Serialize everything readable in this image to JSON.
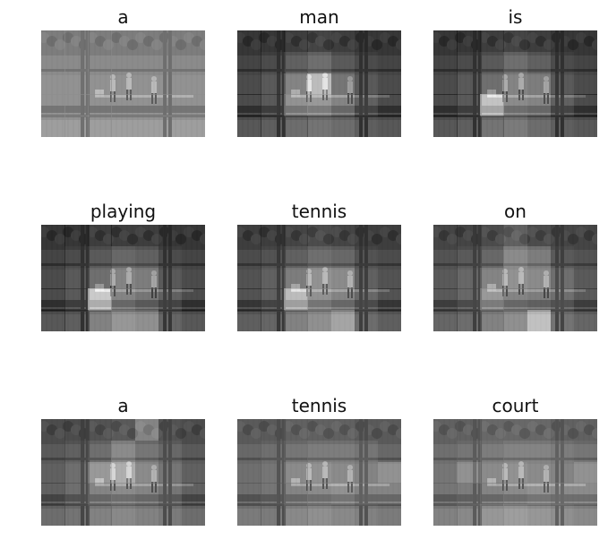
{
  "panels": [
    {
      "word": "a",
      "attention": [
        [
          0.55,
          0.55,
          0.55,
          0.55,
          0.55,
          0.55,
          0.55
        ],
        [
          0.55,
          0.55,
          0.55,
          0.55,
          0.55,
          0.55,
          0.55
        ],
        [
          0.55,
          0.55,
          0.55,
          0.55,
          0.55,
          0.55,
          0.55
        ],
        [
          0.55,
          0.55,
          0.55,
          0.55,
          0.55,
          0.55,
          0.55
        ],
        [
          0.55,
          0.55,
          0.55,
          0.55,
          0.55,
          0.55,
          0.55
        ]
      ]
    },
    {
      "word": "man",
      "attention": [
        [
          0.05,
          0.05,
          0.1,
          0.15,
          0.1,
          0.05,
          0.05
        ],
        [
          0.05,
          0.1,
          0.25,
          0.35,
          0.2,
          0.1,
          0.05
        ],
        [
          0.05,
          0.15,
          0.45,
          0.85,
          0.35,
          0.15,
          0.05
        ],
        [
          0.05,
          0.15,
          0.55,
          0.6,
          0.45,
          0.2,
          0.05
        ],
        [
          0.05,
          0.1,
          0.2,
          0.25,
          0.2,
          0.1,
          0.05
        ]
      ]
    },
    {
      "word": "is",
      "attention": [
        [
          0.05,
          0.05,
          0.1,
          0.15,
          0.1,
          0.05,
          0.05
        ],
        [
          0.05,
          0.1,
          0.2,
          0.35,
          0.25,
          0.1,
          0.05
        ],
        [
          0.05,
          0.15,
          0.3,
          0.45,
          0.4,
          0.15,
          0.05
        ],
        [
          0.05,
          0.15,
          0.9,
          0.5,
          0.45,
          0.2,
          0.05
        ],
        [
          0.05,
          0.1,
          0.25,
          0.3,
          0.2,
          0.1,
          0.05
        ]
      ]
    },
    {
      "word": "playing",
      "attention": [
        [
          0.05,
          0.05,
          0.1,
          0.1,
          0.1,
          0.05,
          0.05
        ],
        [
          0.05,
          0.1,
          0.2,
          0.3,
          0.25,
          0.1,
          0.05
        ],
        [
          0.05,
          0.15,
          0.3,
          0.45,
          0.4,
          0.15,
          0.05
        ],
        [
          0.05,
          0.15,
          0.95,
          0.45,
          0.35,
          0.2,
          0.05
        ],
        [
          0.05,
          0.1,
          0.35,
          0.5,
          0.45,
          0.15,
          0.05
        ]
      ]
    },
    {
      "word": "tennis",
      "attention": [
        [
          0.1,
          0.1,
          0.15,
          0.2,
          0.15,
          0.1,
          0.1
        ],
        [
          0.1,
          0.15,
          0.25,
          0.35,
          0.3,
          0.15,
          0.1
        ],
        [
          0.1,
          0.2,
          0.4,
          0.55,
          0.5,
          0.2,
          0.1
        ],
        [
          0.1,
          0.2,
          0.85,
          0.55,
          0.45,
          0.25,
          0.1
        ],
        [
          0.1,
          0.15,
          0.35,
          0.45,
          0.6,
          0.2,
          0.1
        ]
      ]
    },
    {
      "word": "on",
      "attention": [
        [
          0.15,
          0.15,
          0.2,
          0.35,
          0.2,
          0.15,
          0.15
        ],
        [
          0.15,
          0.2,
          0.3,
          0.55,
          0.45,
          0.2,
          0.15
        ],
        [
          0.15,
          0.25,
          0.45,
          0.55,
          0.5,
          0.3,
          0.15
        ],
        [
          0.15,
          0.25,
          0.6,
          0.45,
          0.4,
          0.3,
          0.15
        ],
        [
          0.15,
          0.2,
          0.35,
          0.45,
          0.8,
          0.25,
          0.15
        ]
      ]
    },
    {
      "word": "a",
      "attention": [
        [
          0.2,
          0.2,
          0.25,
          0.3,
          0.6,
          0.25,
          0.2
        ],
        [
          0.2,
          0.25,
          0.35,
          0.55,
          0.4,
          0.3,
          0.2
        ],
        [
          0.2,
          0.3,
          0.6,
          0.75,
          0.5,
          0.35,
          0.2
        ],
        [
          0.2,
          0.3,
          0.45,
          0.5,
          0.45,
          0.35,
          0.2
        ],
        [
          0.2,
          0.25,
          0.35,
          0.4,
          0.35,
          0.3,
          0.2
        ]
      ]
    },
    {
      "word": "tennis",
      "attention": [
        [
          0.3,
          0.3,
          0.35,
          0.35,
          0.35,
          0.3,
          0.3
        ],
        [
          0.3,
          0.35,
          0.4,
          0.45,
          0.45,
          0.4,
          0.3
        ],
        [
          0.3,
          0.35,
          0.5,
          0.55,
          0.5,
          0.45,
          0.55
        ],
        [
          0.3,
          0.35,
          0.45,
          0.5,
          0.55,
          0.45,
          0.45
        ],
        [
          0.3,
          0.3,
          0.4,
          0.45,
          0.4,
          0.35,
          0.3
        ]
      ]
    },
    {
      "word": "court",
      "attention": [
        [
          0.35,
          0.35,
          0.4,
          0.4,
          0.4,
          0.35,
          0.35
        ],
        [
          0.35,
          0.4,
          0.45,
          0.5,
          0.5,
          0.45,
          0.4
        ],
        [
          0.35,
          0.55,
          0.5,
          0.55,
          0.5,
          0.45,
          0.55
        ],
        [
          0.35,
          0.4,
          0.45,
          0.5,
          0.55,
          0.5,
          0.5
        ],
        [
          0.35,
          0.4,
          0.5,
          0.55,
          0.5,
          0.45,
          0.4
        ]
      ]
    }
  ]
}
